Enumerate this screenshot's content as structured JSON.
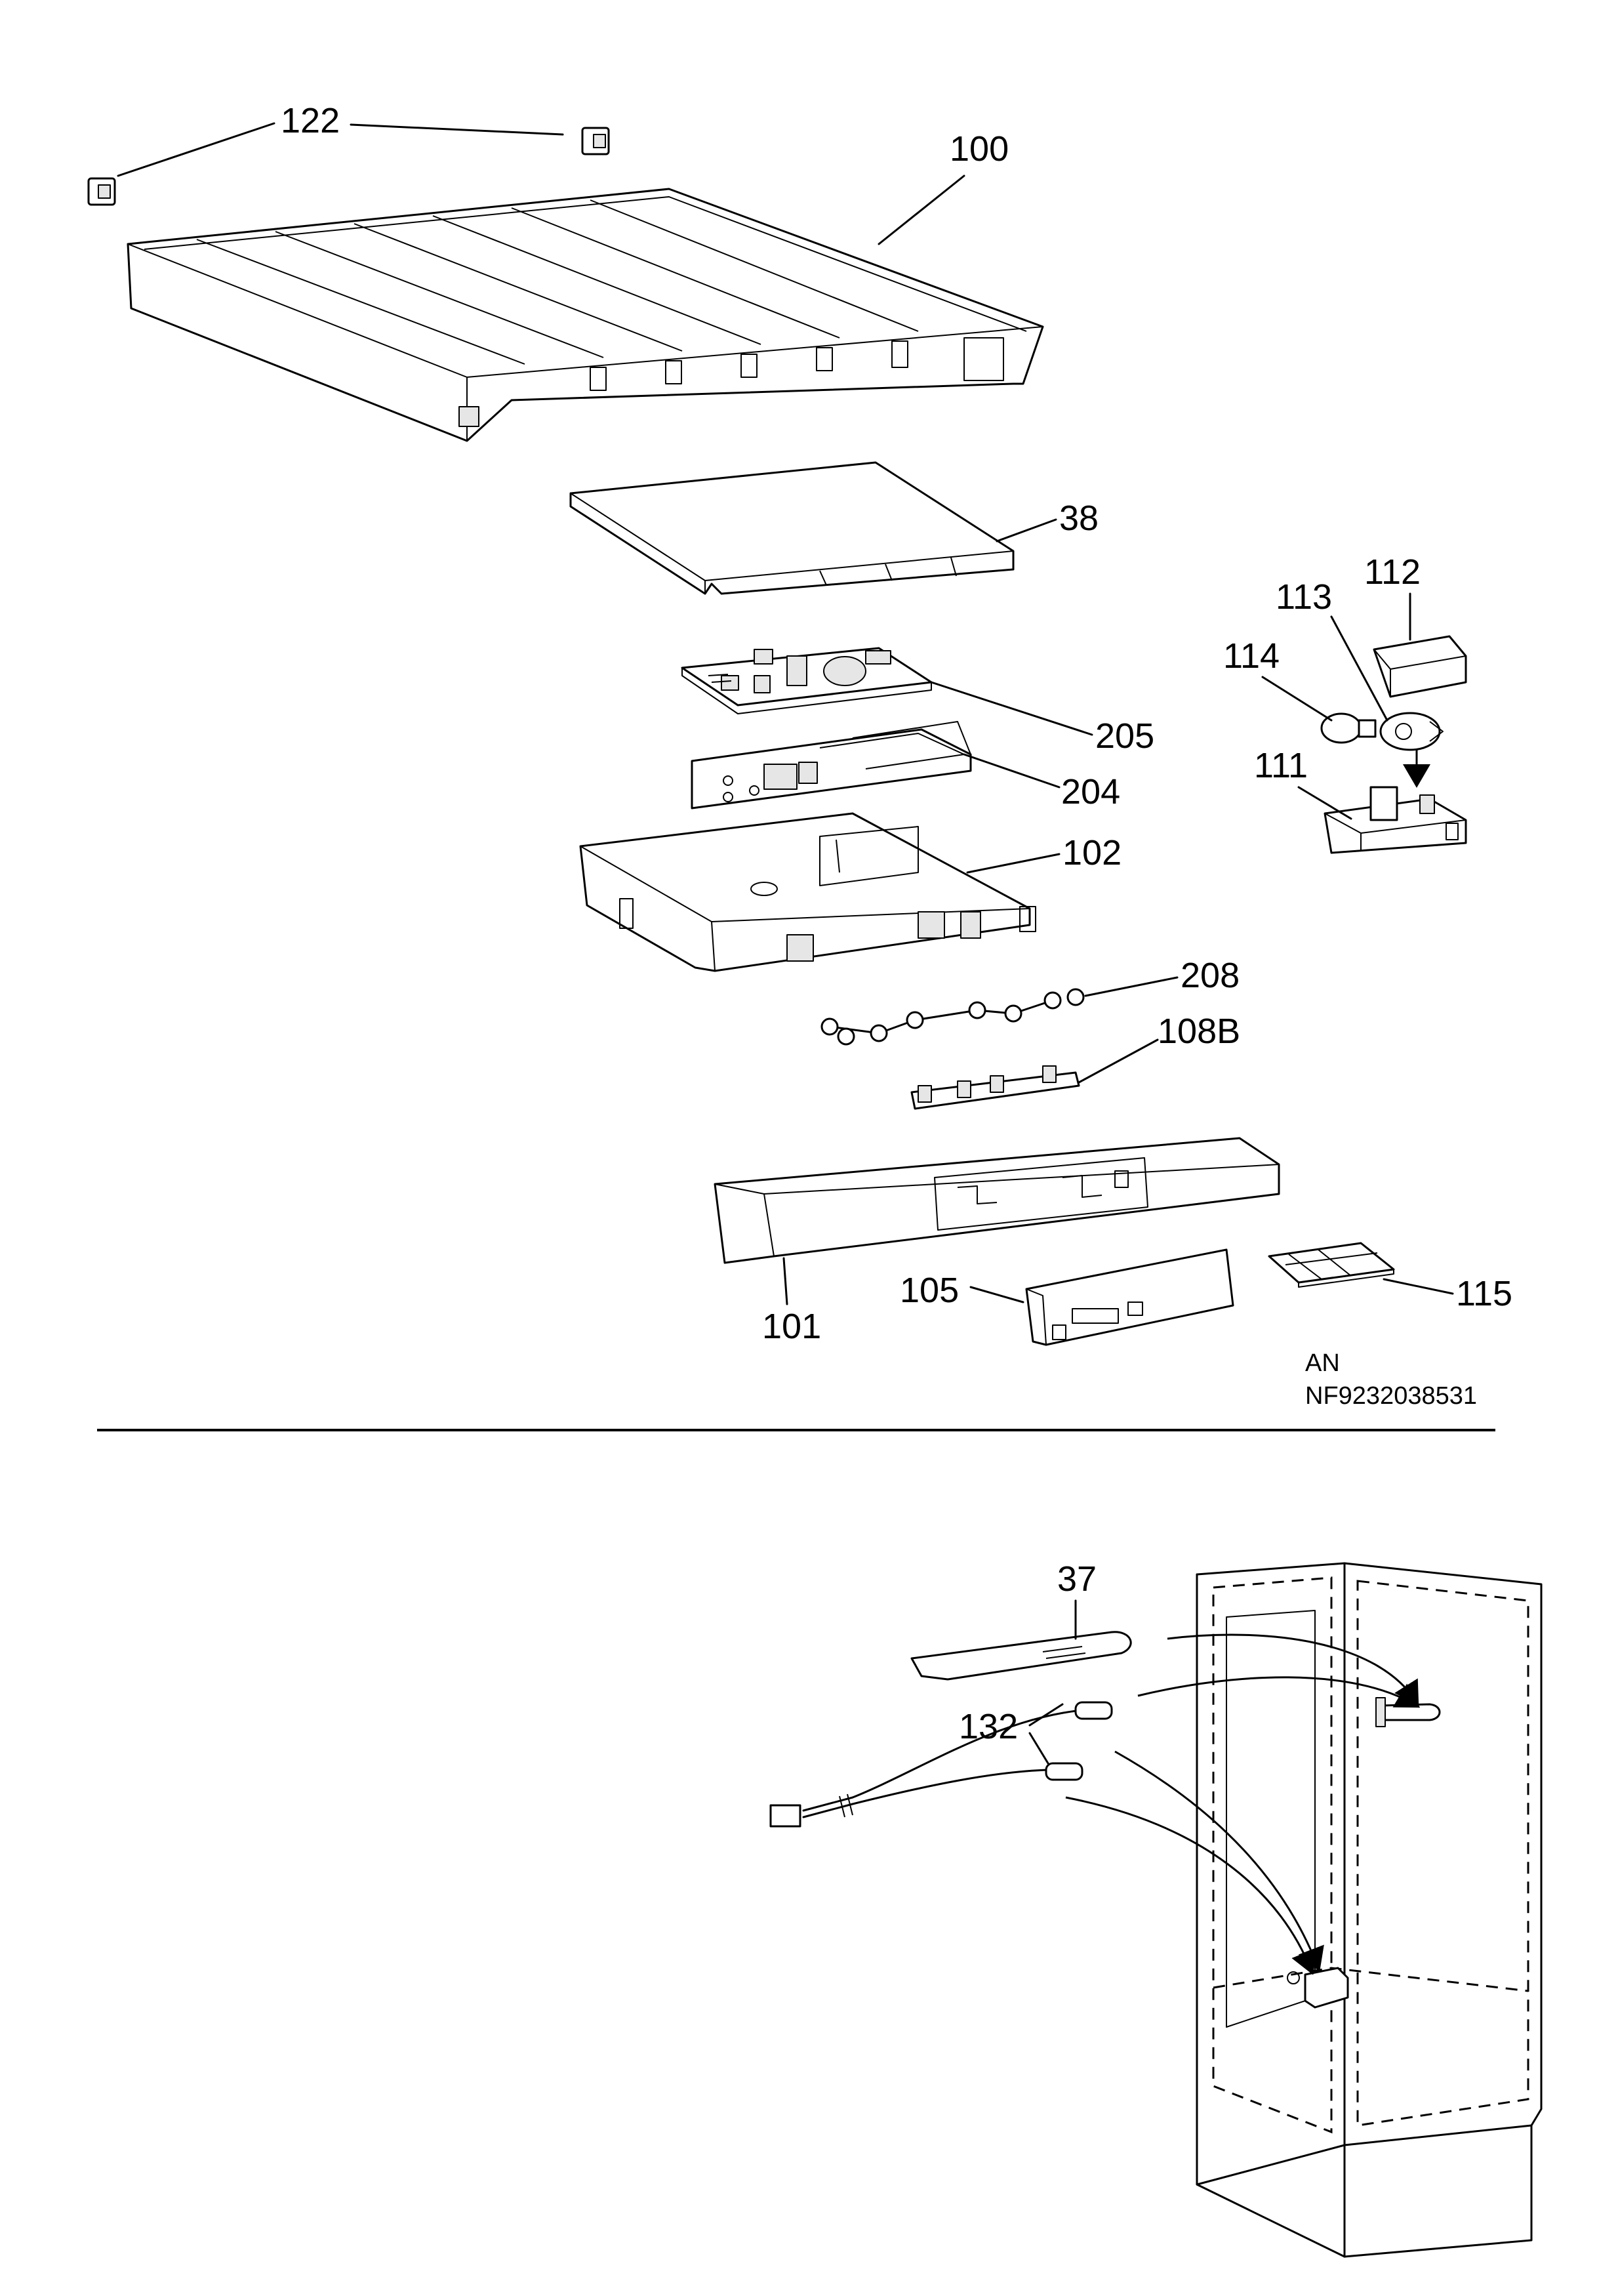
{
  "labels": {
    "p122": "122",
    "p100": "100",
    "p38": "38",
    "p112": "112",
    "p113": "113",
    "p114": "114",
    "p205": "205",
    "p204": "204",
    "p111": "111",
    "p102": "102",
    "p208": "208",
    "p108B": "108B",
    "p105": "105",
    "p115": "115",
    "p101": "101",
    "p37": "37",
    "p132": "132"
  },
  "code": {
    "line1": "AN",
    "line2": "NF9232038531"
  }
}
